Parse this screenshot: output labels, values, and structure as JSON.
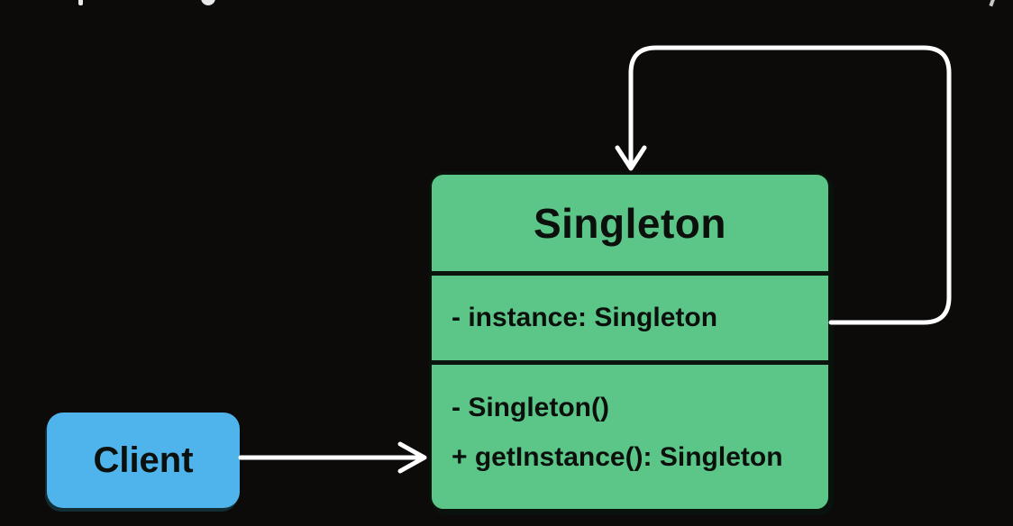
{
  "colors": {
    "background": "#0d0b09",
    "class_fill": "#5cc689",
    "class_border": "#0a120c",
    "divider": "#0c140e",
    "client_fill": "#4fb4ec",
    "text": "#0b100c",
    "connector": "#ffffff"
  },
  "client": {
    "label": "Client"
  },
  "singleton": {
    "name": "Singleton",
    "attributes": [
      "- instance: Singleton"
    ],
    "methods": [
      "- Singleton()",
      "+ getInstance(): Singleton"
    ]
  },
  "connectors": [
    {
      "name": "client-association",
      "from": "Client",
      "to": "Singleton",
      "head": "open-arrow"
    },
    {
      "name": "self-association",
      "from": "Singleton",
      "to": "Singleton",
      "head": "open-arrow"
    }
  ]
}
